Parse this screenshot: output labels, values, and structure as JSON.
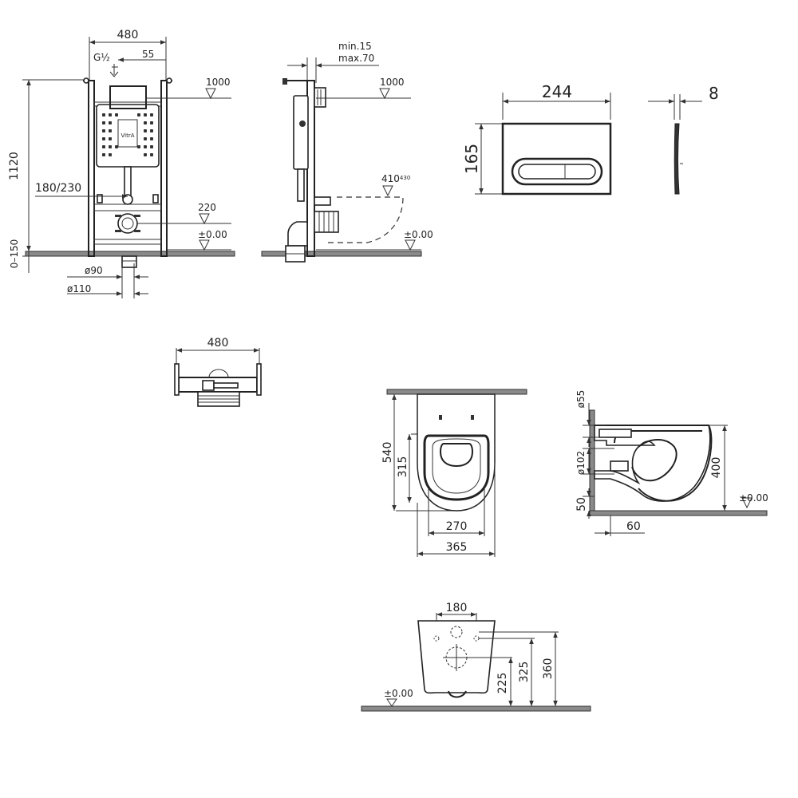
{
  "frame_front": {
    "width": "480",
    "supply_thread": "G½",
    "supply_offset": "55",
    "height": "1120",
    "level_top": "1000",
    "flush_spacing": "180/230",
    "level_waste": "220",
    "level_floor": "±0.00",
    "floor_adjust": "0–150",
    "pipe_d1": "ø90",
    "pipe_d2": "ø110",
    "logo": "VitrA"
  },
  "frame_side": {
    "depth_min": "min.15",
    "depth_max": "max.70",
    "level_top": "1000",
    "level_bowl": "410",
    "level_bowl_suffix": "430",
    "level_floor": "±0.00"
  },
  "plate_front": {
    "width": "244",
    "height": "165"
  },
  "plate_side": {
    "thickness": "8"
  },
  "frame_top": {
    "width": "480"
  },
  "bowl_top": {
    "length": "540",
    "seat_length": "315",
    "inner_width": "270",
    "outer_width": "365"
  },
  "bowl_side": {
    "outlet": "ø55",
    "inlet": "ø102",
    "height": "400",
    "outlet_height": "50",
    "wall_gap": "60",
    "level_floor": "±0.00"
  },
  "bowl_back": {
    "bolt_spacing": "180",
    "level_floor": "±0.00",
    "bolt_height": "225",
    "waste_height": "325",
    "inlet_height": "360"
  }
}
